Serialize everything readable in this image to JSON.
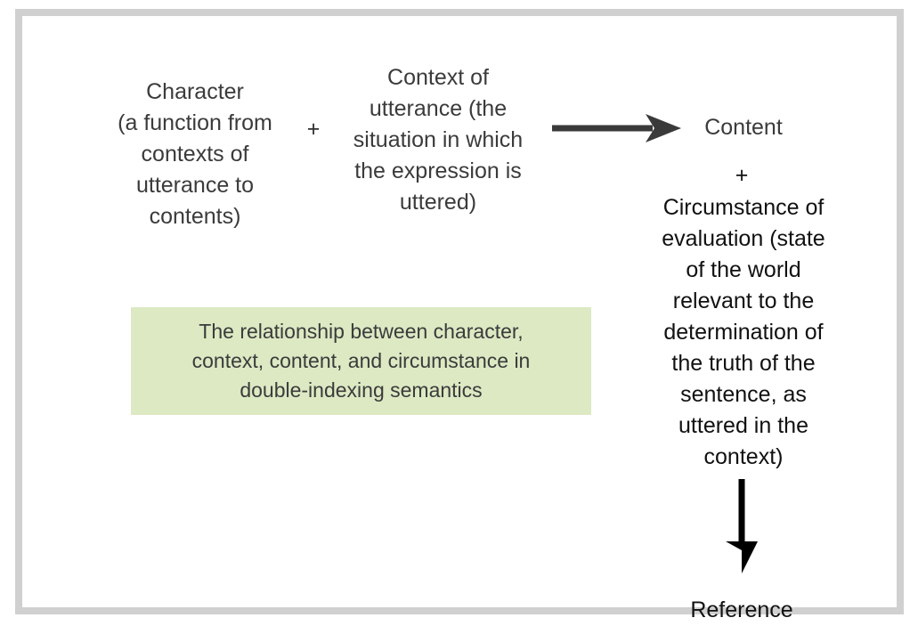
{
  "figure": {
    "title": "The relationship between character, context, content, and circumstance in double-indexing semantics",
    "frame_color": "#d0d0d0",
    "background_color": "#ffffff"
  },
  "nodes": {
    "character": "Character\n(a function from\ncontexts of\nutterance to\ncontents)",
    "plus_one": "+",
    "context": "Context of\nutterance (the\nsituation in which\nthe expression is\nuttered)",
    "content": "Content",
    "plus_two": "+",
    "circumstance": "Circumstance of\nevaluation (state\nof the world\nrelevant to the\ndetermination of\nthe truth of the\nsentence, as\nuttered in the\ncontext)",
    "reference": "Reference"
  },
  "caption": {
    "text": "The relationship between character,\ncontext, content, and circumstance in\ndouble-indexing semantics",
    "background_color": "#dce9c3",
    "text_color": "#3b3b3b"
  },
  "arrows": [
    {
      "name": "arrow-right-to-content",
      "direction": "right",
      "color": "#3a3a3a",
      "from": "Character + Context of utterance",
      "to": "Content"
    },
    {
      "name": "arrow-down-to-reference",
      "direction": "down",
      "color": "#000000",
      "from": "Content + Circumstance of evaluation",
      "to": "Reference"
    }
  ],
  "colors": {
    "text_gray": "#3b3b3b",
    "text_black": "#111111",
    "accent_green": "#dce9c3",
    "frame_gray": "#d0d0d0"
  }
}
